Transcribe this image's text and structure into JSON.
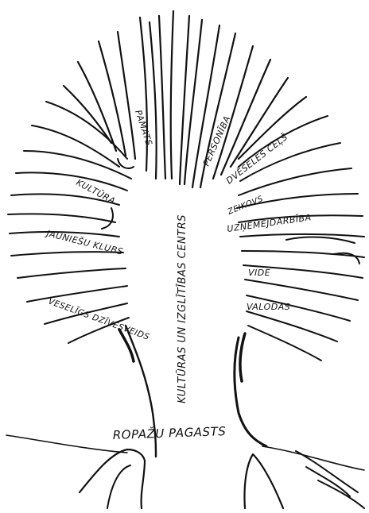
{
  "labels": {
    "trunk": "KULTŪRAS UN IZGLĪTĪBAS CENTRS",
    "base": "ROPAŽU PAGASTS",
    "left": {
      "pamats": "PAMATS",
      "kultura": "KULTŪRA",
      "jaunlieshu_klubs": "JAUNIEŠU KLUBS",
      "veseligs_dzivesveids": "VESELĪGS DZĪVESVEIDS"
    },
    "right": {
      "personiba": "PERSONĪBA",
      "dveseles_cels": "DVĒSELES CEĻŠ",
      "zeikovs": "ZEIKOVS",
      "uznemejdarbiba": "UZŅĒMĒJDARBĪBA",
      "vide": "VIDE",
      "valodas": "VALODAS"
    }
  }
}
